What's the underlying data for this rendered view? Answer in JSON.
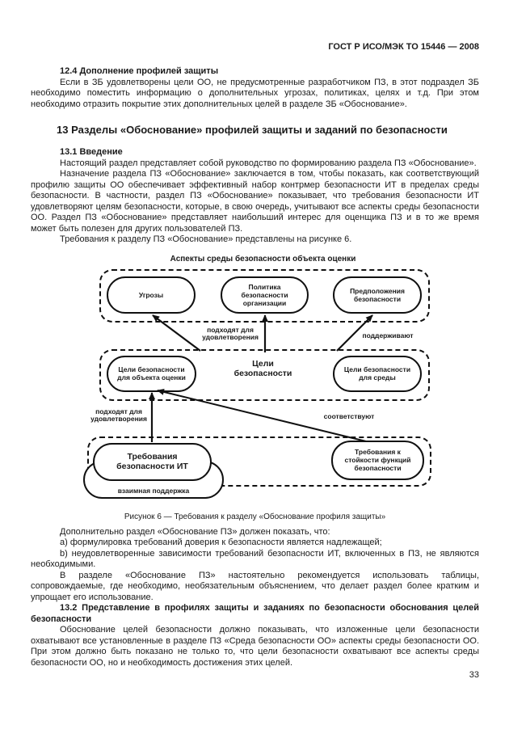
{
  "paper": "#ffffff",
  "ink": "#1a1a1a",
  "header": {
    "doc_code": "ГОСТ Р ИСО/МЭК ТО 15446 — 2008"
  },
  "content": {
    "h12_4": "12.4 Дополнение профилей защиты",
    "p12_4": "Если в ЗБ удовлетворены цели ОО, не предусмотренные разработчиком ПЗ, в этот подраздел ЗБ необходимо поместить информацию о дополнительных угрозах, политиках, целях и т.д. При этом необходимо отразить покрытие этих дополнительных целей в разделе ЗБ «Обоснование».",
    "h13": "13 Разделы «Обоснование» профилей защиты и заданий по безопасности",
    "h13_1": "13.1 Введение",
    "p13_1a": "Настоящий раздел представляет собой руководство по формированию раздела ПЗ «Обоснование».",
    "p13_1b": "Назначение раздела ПЗ «Обоснование» заключается в том, чтобы показать, как соответствующий профилю защиты ОО обеспечивает эффективный набор контрмер безопасности ИТ в пределах среды безопасности. В частности, раздел ПЗ «Обоснование» показывает, что требования безопасности ИТ удовлетворяют целям безопасности, которые, в свою очередь, учитывают все аспекты среды безопасности ОО. Раздел ПЗ «Обоснование» представляет наибольший интерес для оценщика ПЗ и в то же время может быть полезен для других пользователей ПЗ.",
    "p13_1c": "Требования к разделу ПЗ «Обоснование» представлены на рисунке 6.",
    "p_after_fig": "Дополнительно раздел «Обоснование ПЗ» должен показать, что:",
    "p_item_a": "a) формулировка требований доверия к безопасности является надлежащей;",
    "p_item_b": "b) неудовлетворенные зависимости требований безопасности ИТ, включенных в ПЗ, не являются необходимыми.",
    "p_tables": "В разделе «Обоснование ПЗ» настоятельно рекомендуется использовать таблицы, сопровождаемые, где необходимо, необязательным объяснением, что делает раздел более кратким и упрощает его использование.",
    "h13_2": "13.2 Представление в профилях защиты и заданиях по безопасности обоснования целей безопасности",
    "p13_2": "Обоснование целей безопасности должно показывать, что изложенные цели безопасности охватывают все установленные в разделе ПЗ «Среда безопасности ОО» аспекты среды безопасности ОО. При этом должно быть показано не только то, что цели безопасности охватывают все аспекты среды безопасности ОО, но и необходимость достижения этих целей."
  },
  "figure": {
    "title": "Аспекты среды безопасности объекта оценки",
    "nodes": {
      "threats": "Угрозы",
      "policy": "Политика безопасности организации",
      "assumptions": "Предположения безопасности",
      "objectives": "Цели безопасности",
      "objectives_toe": "Цели безопасности для объекта оценки",
      "objectives_env": "Цели безопасности для среды",
      "it_requirements": "Требования безопасности ИТ",
      "mutual_support": "взаимная поддержка",
      "sof_requirements": "Требования к стойкости функций безопасности"
    },
    "edges": {
      "suit_top": "подходят для удовлетворения",
      "support": "поддерживают",
      "suit_bottom": "подходят для удовлетворения",
      "correspond": "соответствуют"
    },
    "caption": "Рисунок 6 — Требования к разделу «Обоснование профиля защиты»"
  },
  "footer": {
    "page_number": "33"
  }
}
